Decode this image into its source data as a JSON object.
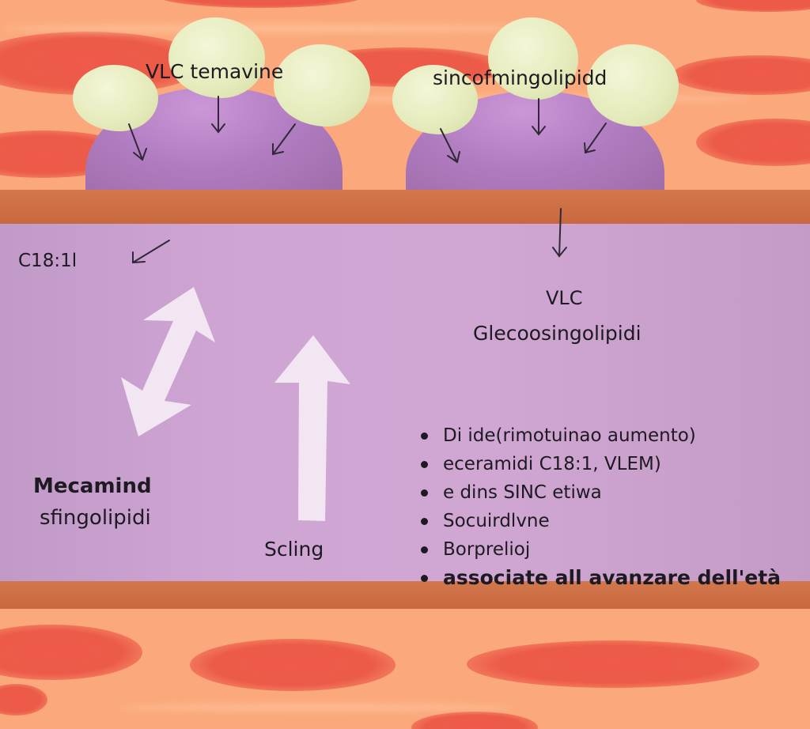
{
  "diagram": {
    "top_labels": {
      "left_cluster": "VLC temavine",
      "right_cluster": "sincofmingolipidd"
    },
    "lumen_labels": {
      "c18": "C18:1l",
      "vlc": "VLC",
      "glyco": "Glecoosingolipidi",
      "mecamide_line1": "Mecamind",
      "mecamide_line2": "sfingolipidi",
      "signaling": "Scling"
    },
    "bullets": [
      "Di ide(rimotuinao aumento)",
      "eceramidi C18:1, VLEM)",
      "e dins SINC etiwa",
      "Socuirdlvne",
      "Borprelioj",
      "associate all avanzare dell'età"
    ],
    "colors": {
      "tissue": "#fba97c",
      "red_cells": "#ec5b48",
      "membrane": "#cd6f44",
      "lumen": "#cfa5d4",
      "purple_cell": "#b07cc0",
      "vesicle": "#e6ecbd",
      "white_arrow": "#f2e6f2"
    }
  }
}
